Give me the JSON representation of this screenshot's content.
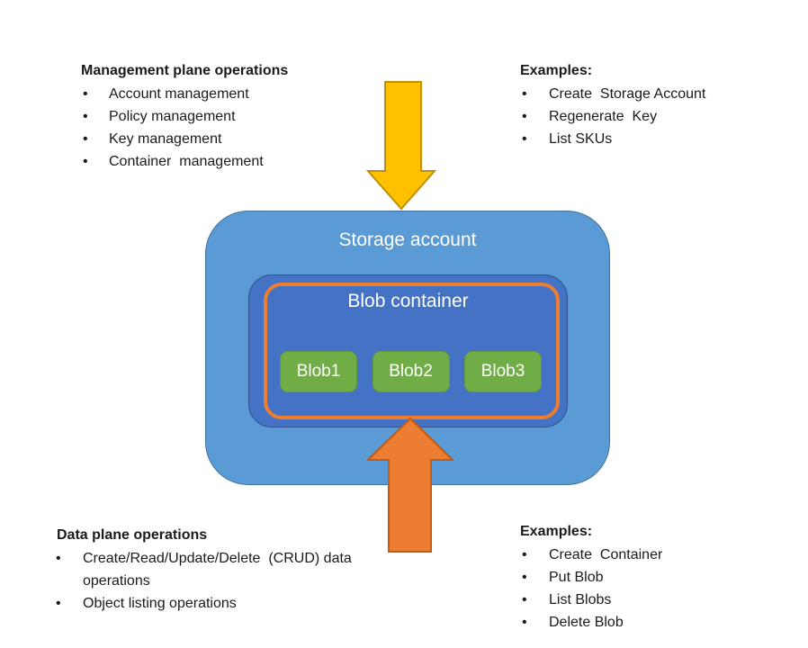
{
  "ui": {
    "bullet_char": "•"
  },
  "colors": {
    "storage_fill": "#5B9BD5",
    "storage_stroke": "#41719C",
    "container_fill": "#4472C4",
    "container_stroke": "#2F528F",
    "outline_orange": "#ED7D31",
    "blob_fill": "#70AD47",
    "blob_stroke": "#63993D",
    "arrow_down_fill": "#FFC000",
    "arrow_down_stroke": "#BF9000",
    "arrow_up_fill": "#ED7D31",
    "arrow_up_stroke": "#C55A11",
    "text": "#1a1a1a"
  },
  "management_plane": {
    "title": "Management plane operations",
    "items": [
      "Account management",
      "Policy management",
      "Key management",
      "Container  management"
    ]
  },
  "management_examples": {
    "title": "Examples:",
    "items": [
      "Create  Storage Account",
      "Regenerate  Key",
      "List SKUs"
    ]
  },
  "data_plane": {
    "title": "Data plane operations",
    "items": [
      "Create/Read/Update/Delete  (CRUD) data operations",
      "Object listing operations"
    ]
  },
  "data_examples": {
    "title": "Examples:",
    "items": [
      "Create  Container",
      "Put Blob",
      "List Blobs",
      "Delete Blob"
    ]
  },
  "diagram": {
    "storage_account_label": "Storage account",
    "blob_container_label": "Blob container",
    "blobs": [
      "Blob1",
      "Blob2",
      "Blob3"
    ]
  }
}
